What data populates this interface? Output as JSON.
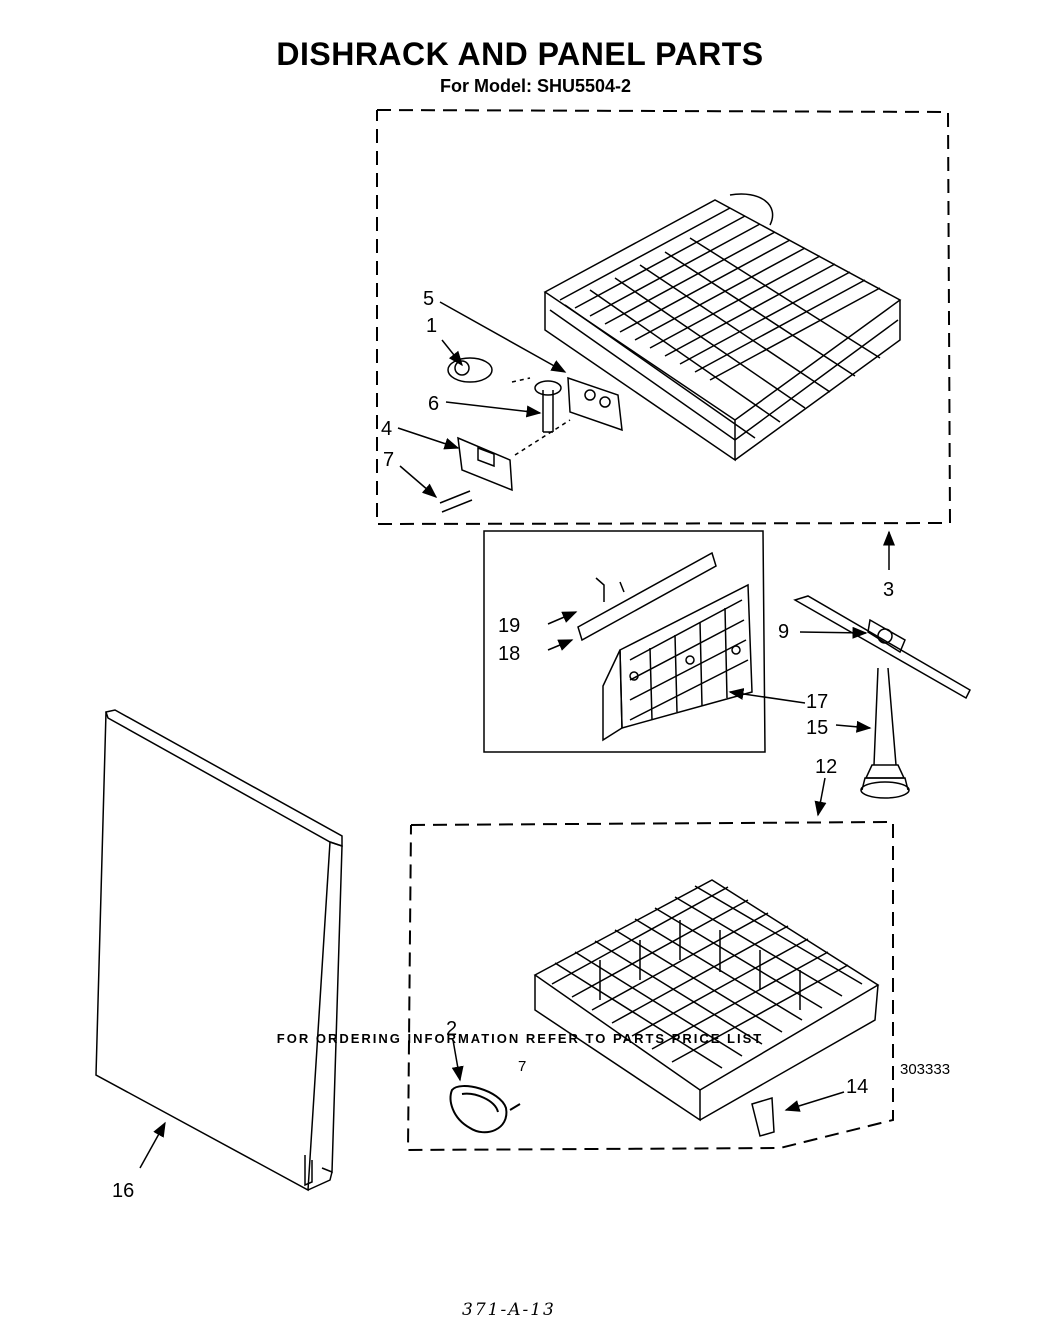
{
  "title": "DISHRACK AND PANEL PARTS",
  "subtitle": "For Model: SHU5504-2",
  "footer_note": "FOR ORDERING INFORMATION REFER TO PARTS PRICE LIST",
  "page_number": "7",
  "document_number": "303333",
  "handwritten_note": "371-A-13",
  "callouts": {
    "c1": "1",
    "c2": "2",
    "c3": "3",
    "c4": "4",
    "c5": "5",
    "c6": "6",
    "c7": "7",
    "c9": "9",
    "c12": "12",
    "c14": "14",
    "c15": "15",
    "c16": "16",
    "c17": "17",
    "c18": "18",
    "c19": "19"
  }
}
